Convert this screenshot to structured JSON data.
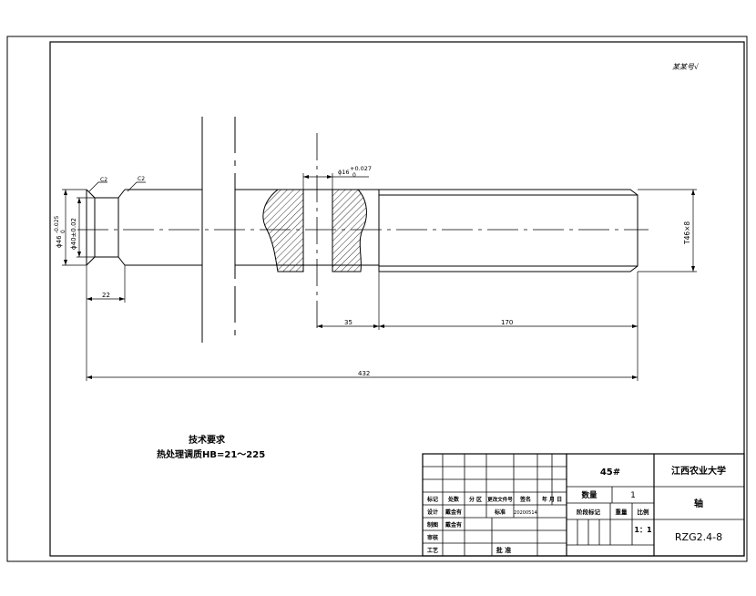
{
  "drawing": {
    "corner_mark": "某某号√",
    "dims": {
      "chamfer_left": "C2",
      "chamfer_right": "C2",
      "dia_outer_left": "ϕ46",
      "tol_outer_upper": "-0.025",
      "tol_outer_lower": "0",
      "dia_inner_left": "ϕ40±0.02",
      "keyway_width": "ϕ16",
      "keyway_tol_upper": "+0.027",
      "keyway_tol_lower": "0",
      "thread": "T46×8",
      "len_22": "22",
      "len_35": "35",
      "len_170": "170",
      "len_total": "432"
    }
  },
  "notes": {
    "title": "技术要求",
    "line1": "热处理调质HB=21～225"
  },
  "title_block": {
    "material": "45#",
    "quantity_label": "数量",
    "quantity_value": "1",
    "org": "江西农业大学",
    "part_name": "轴",
    "drawing_no": "RZG2.4-8",
    "scale_value": "1：1",
    "h_mark": "标记",
    "h_count": "处数",
    "h_zone": "分 区",
    "h_docno": "更改文件号",
    "h_sign": "签名",
    "h_date": "年 月 日",
    "r_design": "设计",
    "r_design_name": "戴金有",
    "r_std": "标准",
    "r_date_val": "20200514",
    "r_stage": "阶段标记",
    "r_weight": "重量",
    "r_scale": "比例",
    "r_draw": "制图",
    "r_draw_name": "戴金有",
    "r_review": "审核",
    "r_process": "工艺",
    "r_approve": "批 准"
  }
}
